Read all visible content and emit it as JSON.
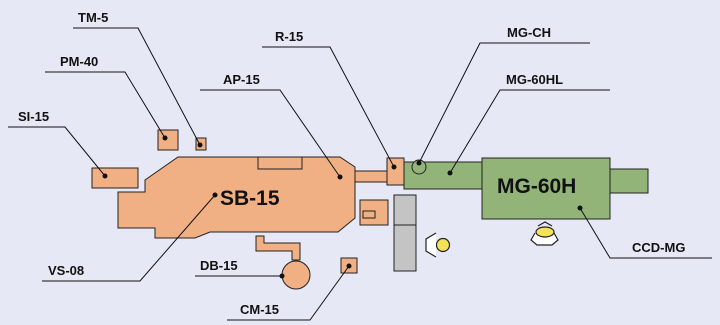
{
  "diagram": {
    "background": "#e6e9f5",
    "colors": {
      "sb_body": "#f0b083",
      "mg_body": "#93b478",
      "grey_part": "#c4c4c4",
      "star_yellow": "#f4e35a"
    },
    "labels": {
      "tm5": "TM-5",
      "pm40": "PM-40",
      "si15": "SI-15",
      "r15": "R-15",
      "ap15": "AP-15",
      "mgch": "MG-CH",
      "mg60hl": "MG-60HL",
      "vs08": "VS-08",
      "db15": "DB-15",
      "cm15": "CM-15",
      "ccdmg": "CCD-MG"
    },
    "body_labels": {
      "sb15": "SB-15",
      "mg60h": "MG-60H"
    }
  }
}
